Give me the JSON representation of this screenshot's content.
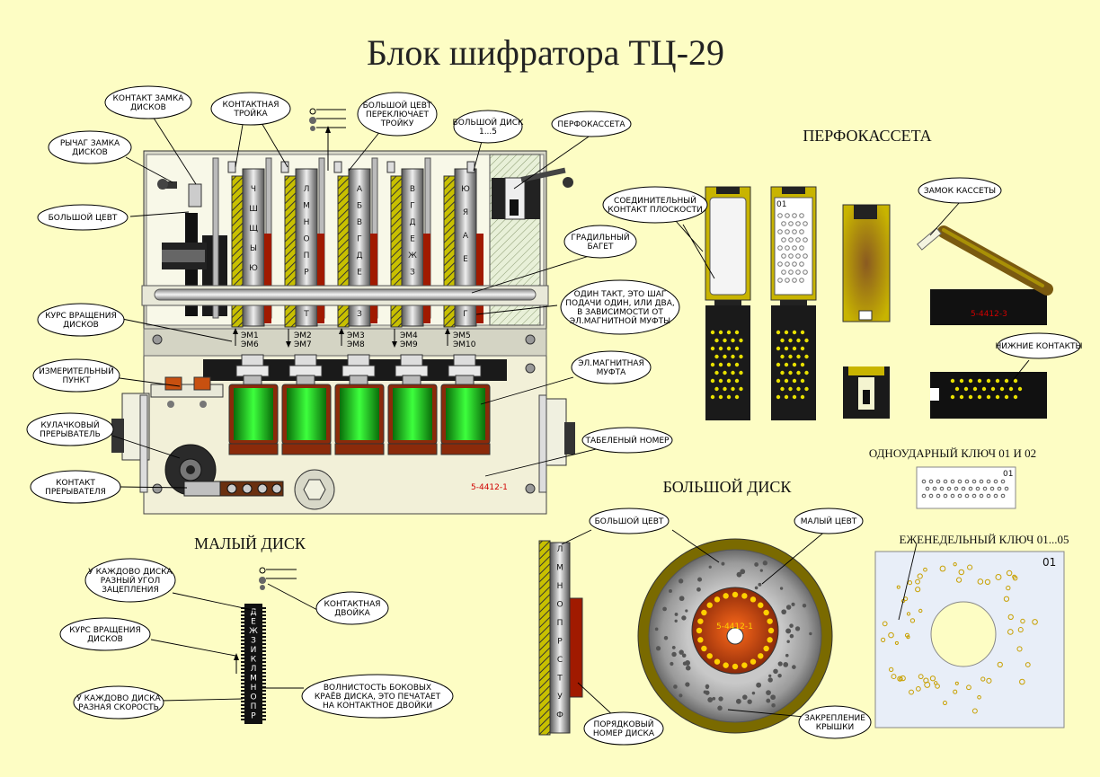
{
  "title": "Блок шифратора ТЦ-29",
  "sections": {
    "perfocassette": "ПЕРФОКАССЕТА",
    "big_disk": "БОЛЬШОЙ ДИСК",
    "small_disk": "МАЛЫЙ ДИСК",
    "single_key": "ОДНОУДАРНЫЙ КЛЮЧ 01 И 02",
    "weekly_key": "ЕЖЕНЕДЕЛЬНЫЙ КЛЮЧ 01...05"
  },
  "callouts": {
    "disk_lock_contact": [
      "КОНТАКТ ЗАМКА",
      "ДИСКОВ"
    ],
    "contact_triple": [
      "КОНТАКТНАЯ",
      "ТРОЙКА"
    ],
    "big_pin_switches_triple": [
      "БОЛЬШОЙ ЦЕВТ",
      "ПЕРЕКЛЮЧАЕТ",
      "ТРОЙКУ"
    ],
    "big_disk_1_5": [
      "БОЛЬШОЙ ДИСК",
      "1...5"
    ],
    "perfocassette_label": [
      "ПЕРФОКАССЕТА"
    ],
    "disk_lock_lever": [
      "РЫЧАГ ЗАМКА",
      "ДИСКОВ"
    ],
    "big_pin": [
      "БОЛЬШОЙ ЦЕВТ"
    ],
    "graduated_baguette": [
      "ГРАДИЛЬНЫЙ",
      "БАГЕТ"
    ],
    "one_step": [
      "ОДИН ТАКТ, ЭТО ШАГ",
      "ПОДАЧИ ОДИН, ИЛИ ДВА,",
      "В ЗАВИСИМОСТИ ОТ",
      "ЭЛ.МАГНИТНОЙ МУФТЫ"
    ],
    "disk_rotation": [
      "КУРС ВРАЩЕНИЯ",
      "ДИСКОВ"
    ],
    "measuring_point": [
      "ИЗМЕРИТЕЛЬНЫЙ",
      "ПУНКТ"
    ],
    "em_clutch": [
      "ЭЛ.МАГНИТНАЯ",
      "МУФТА"
    ],
    "cam_breaker": [
      "КУЛАЧКОВЫЙ",
      "ПРЕРЫВАТЕЛЬ"
    ],
    "tab_number": [
      "ТАБЕЛЕНЫЙ НОМЕР"
    ],
    "breaker_contact": [
      "КОНТАКТ",
      "ПРЕРЫВАТЕЛЯ"
    ],
    "plane_contact": [
      "СОЕДИНИТЕЛЬНЫЙ",
      "КОНТАКТ ПЛОСКОСТИ"
    ],
    "cassette_lock": [
      "ЗАМОК КАССЕТЫ"
    ],
    "lower_contacts": [
      "НИЖНИЕ КОНТАКТЫ"
    ],
    "big_pin_disk": [
      "БОЛЬШОЙ ЦЕВТ"
    ],
    "small_pin": [
      "МАЛЫЙ  ЦЕВТ"
    ],
    "different_angle": [
      "У КАЖДОВО ДИСКА",
      "РАЗНЫЙ УГОЛ",
      "ЗАЦЕПЛЕНИЯ"
    ],
    "contact_pair": [
      "КОНТАКТНАЯ",
      "ДВОЙКА"
    ],
    "disk_rotation_small": [
      "КУРС ВРАЩЕНИЯ",
      "ДИСКОВ"
    ],
    "waviness": [
      "ВОЛНИСТОСТЬ БОКОВЫХ",
      "КРАЁВ ДИСКА, ЭТО ПЕЧАТАЕТ",
      "НА КОНТАКТНОЕ ДВОЙКИ"
    ],
    "different_speed": [
      "У КАЖДОВО ДИСКА",
      "РАЗНАЯ СКОРОСТЬ"
    ],
    "order_number": [
      "ПОРЯДКОВЫЙ",
      "НОМЕР ДИСКА"
    ],
    "cover_fix": [
      "ЗАКРЕПЛЕНИЕ",
      "КРЫШКИ"
    ]
  },
  "disks": [
    {
      "letters": [
        "Ч",
        "Ш",
        "Щ",
        "Ы",
        "Ю"
      ],
      "bottom": ""
    },
    {
      "letters": [
        "Л",
        "М",
        "Н",
        "О",
        "П",
        "Р"
      ],
      "bottom": "Т"
    },
    {
      "letters": [
        "А",
        "Б",
        "В",
        "Г",
        "Д",
        "Е"
      ],
      "bottom": "З"
    },
    {
      "letters": [
        "В",
        "Г",
        "Д",
        "Е",
        "Ж",
        "З"
      ],
      "bottom": ""
    },
    {
      "letters": [
        "Ю",
        "Я",
        "А",
        "Е"
      ],
      "bottom": "Г"
    }
  ],
  "electromagnets": [
    {
      "top": "ЭМ1",
      "bottom": "ЭМ6"
    },
    {
      "top": "ЭМ2",
      "bottom": "ЭМ7"
    },
    {
      "top": "ЭМ3",
      "bottom": "ЭМ8"
    },
    {
      "top": "ЭМ4",
      "bottom": "ЭМ9"
    },
    {
      "top": "ЭМ5",
      "bottom": "ЭМ10"
    }
  ],
  "serials": {
    "main": "5-4412-1",
    "cassette": "5-4412-3",
    "big_disk": "5-4412-1"
  },
  "key_numbers": {
    "single": "01",
    "weekly": "01",
    "cassette_plate": "01"
  },
  "small_disk_letters": [
    "Д",
    "Е",
    "Ж",
    "З",
    "И",
    "К",
    "Л",
    "М",
    "Н",
    "О",
    "П",
    "Р"
  ],
  "big_disk_side_letters": [
    "Л",
    "М",
    "Н",
    "О",
    "П",
    "Р",
    "С",
    "Т",
    "У",
    "Ф"
  ],
  "colors": {
    "background": "#fdfdc4",
    "bubble": "#ffffff",
    "coil": "#22cc22",
    "coil_frame": "#8b2a0a",
    "body": "#f2f0d8",
    "serial": "#d00000"
  }
}
